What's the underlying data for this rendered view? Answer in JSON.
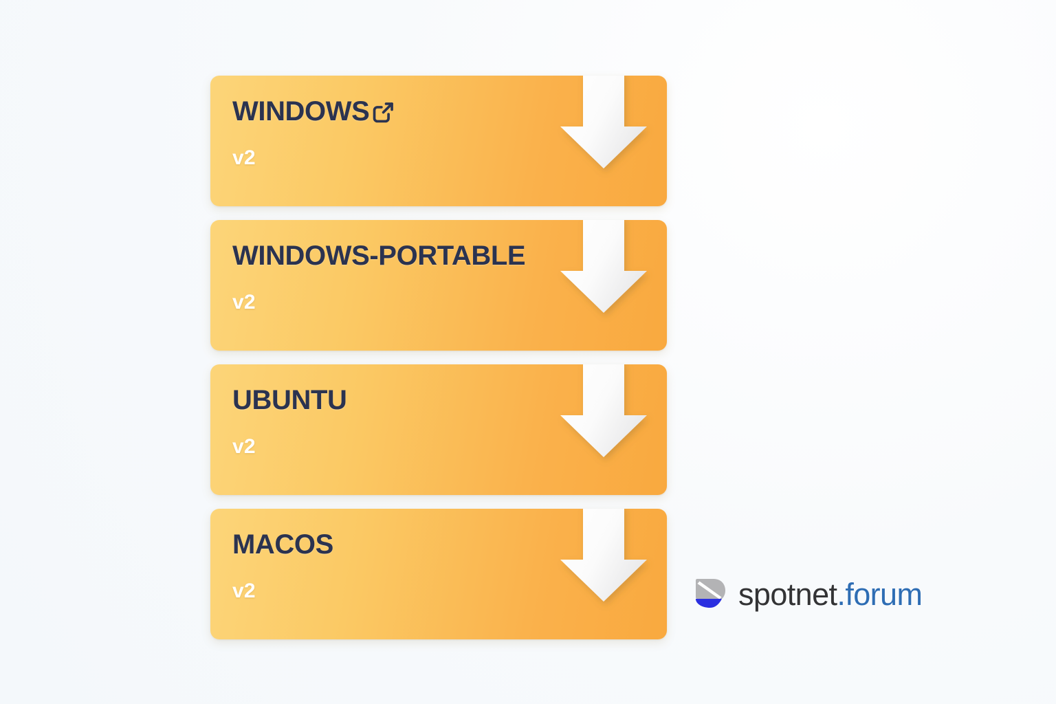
{
  "page": {
    "background_color": "#f7fafc"
  },
  "theme": {
    "card_gradient_start": "#fcd579",
    "card_gradient_end": "#f9a93f",
    "title_color": "#2b3350",
    "version_color": "#ffffff",
    "arrow_color": "#ffffff",
    "brand_text_color": "#333335",
    "brand_accent_color": "#2e6db4"
  },
  "downloads": {
    "items": [
      {
        "title": "WINDOWS",
        "version": "v2",
        "has_external_link_icon": true,
        "icon": "external-link-icon",
        "action_icon": "download-arrow-icon"
      },
      {
        "title": "WINDOWS-PORTABLE",
        "version": "v2",
        "has_external_link_icon": false,
        "icon": "",
        "action_icon": "download-arrow-icon"
      },
      {
        "title": "UBUNTU",
        "version": "v2",
        "has_external_link_icon": false,
        "icon": "",
        "action_icon": "download-arrow-icon"
      },
      {
        "title": "MACOS",
        "version": "v2",
        "has_external_link_icon": false,
        "icon": "",
        "action_icon": "download-arrow-icon"
      }
    ]
  },
  "brand": {
    "mark_icon": "spotnet-shield-icon",
    "name_primary": "spotnet",
    "name_suffix": ".forum"
  }
}
